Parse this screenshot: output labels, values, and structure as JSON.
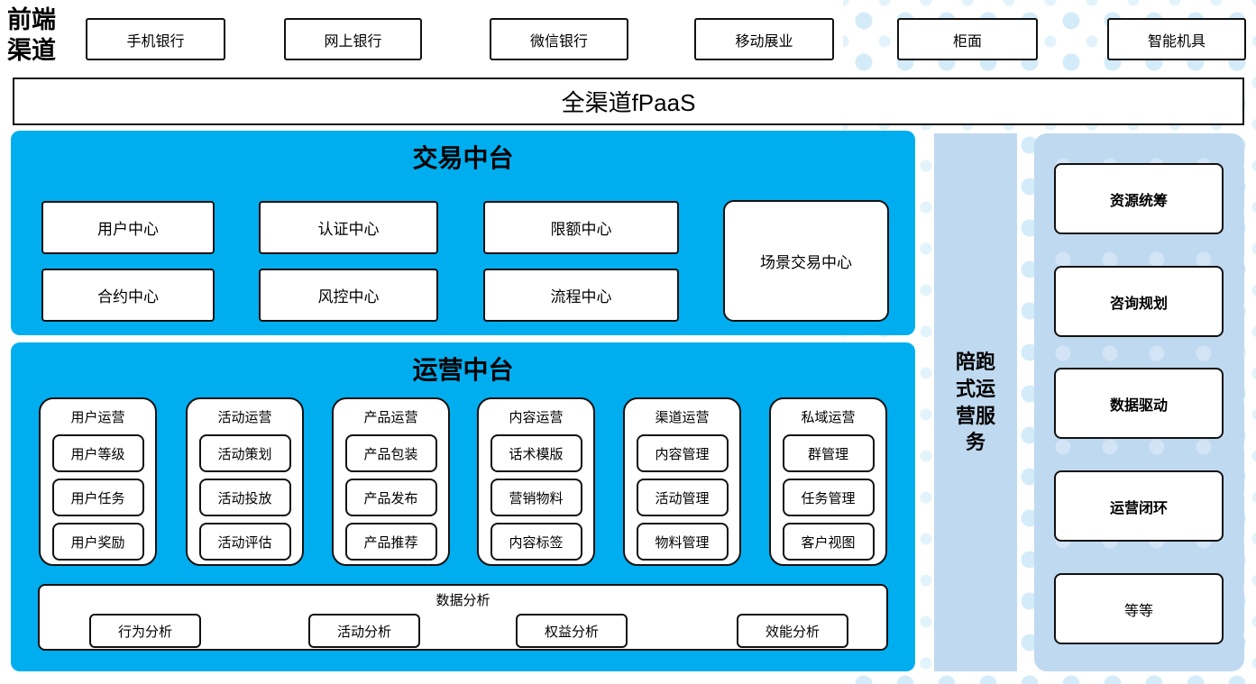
{
  "frontend": {
    "label": "前端渠道",
    "channels": [
      "手机银行",
      "网上银行",
      "微信银行",
      "移动展业",
      "柜面",
      "智能机具"
    ]
  },
  "fpaas_label": "全渠道fPaaS",
  "trade": {
    "title": "交易中台",
    "row1": [
      "用户中心",
      "认证中心",
      "限额中心"
    ],
    "row2": [
      "合约中心",
      "风控中心",
      "流程中心"
    ],
    "scene": "场景交易中心"
  },
  "ops": {
    "title": "运营中台",
    "columns": [
      {
        "title": "用户运营",
        "items": [
          "用户等级",
          "用户任务",
          "用户奖励"
        ]
      },
      {
        "title": "活动运营",
        "items": [
          "活动策划",
          "活动投放",
          "活动评估"
        ]
      },
      {
        "title": "产品运营",
        "items": [
          "产品包装",
          "产品发布",
          "产品推荐"
        ]
      },
      {
        "title": "内容运营",
        "items": [
          "话术模版",
          "营销物料",
          "内容标签"
        ]
      },
      {
        "title": "渠道运营",
        "items": [
          "内容管理",
          "活动管理",
          "物料管理"
        ]
      },
      {
        "title": "私域运营",
        "items": [
          "群管理",
          "任务管理",
          "客户视图"
        ]
      }
    ],
    "analysis": {
      "title": "数据分析",
      "items": [
        "行为分析",
        "活动分析",
        "权益分析",
        "效能分析"
      ]
    }
  },
  "sidebar": {
    "strip_label": "陪跑式运营服务",
    "boxes": [
      "资源统筹",
      "咨询规划",
      "数据驱动",
      "运营闭环",
      "等等"
    ]
  },
  "colors": {
    "cyan": "#00AEEF",
    "light_blue": "#BFD9F0",
    "dot_light": "#D4ECF9"
  }
}
